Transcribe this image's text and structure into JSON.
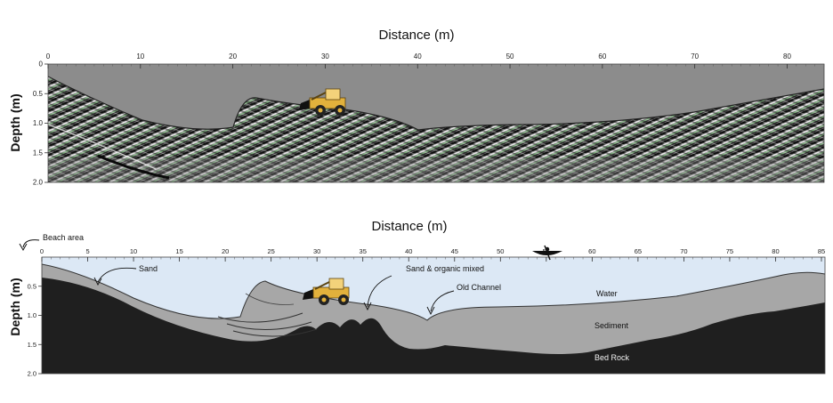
{
  "top_panel": {
    "x_title": "Distance (m)",
    "y_title": "Depth (m)",
    "x_ticks": [
      "0",
      "10",
      "20",
      "30",
      "40",
      "50",
      "60",
      "70",
      "80"
    ],
    "y_ticks": [
      "0",
      "0.5",
      "1.0",
      "1.5",
      "2.0"
    ]
  },
  "bottom_panel": {
    "x_title": "Distance (m)",
    "y_title": "Depth (m)",
    "x_ticks": [
      "0",
      "5",
      "10",
      "15",
      "20",
      "25",
      "30",
      "35",
      "40",
      "45",
      "50",
      "55",
      "60",
      "65",
      "70",
      "75",
      "80",
      "85"
    ],
    "y_ticks": [
      "0.5",
      "1.0",
      "1.5",
      "2.0"
    ],
    "labels": {
      "beach": "Beach area",
      "sand": "Sand",
      "sand_organic": "Sand & organic mixed",
      "old_channel": "Old Channel",
      "water": "Water",
      "sediment": "Sediment",
      "bedrock": "Bed Rock"
    }
  },
  "colors": {
    "radar_background": "#8a8a8a",
    "radar_highlight": "#7be07b",
    "water": "#dce8f5",
    "sediment": "#a7a7a7",
    "bedrock": "#1f1f1f",
    "loader": "#e2b13c"
  },
  "icons": [
    "loader-icon",
    "canoe-icon"
  ]
}
